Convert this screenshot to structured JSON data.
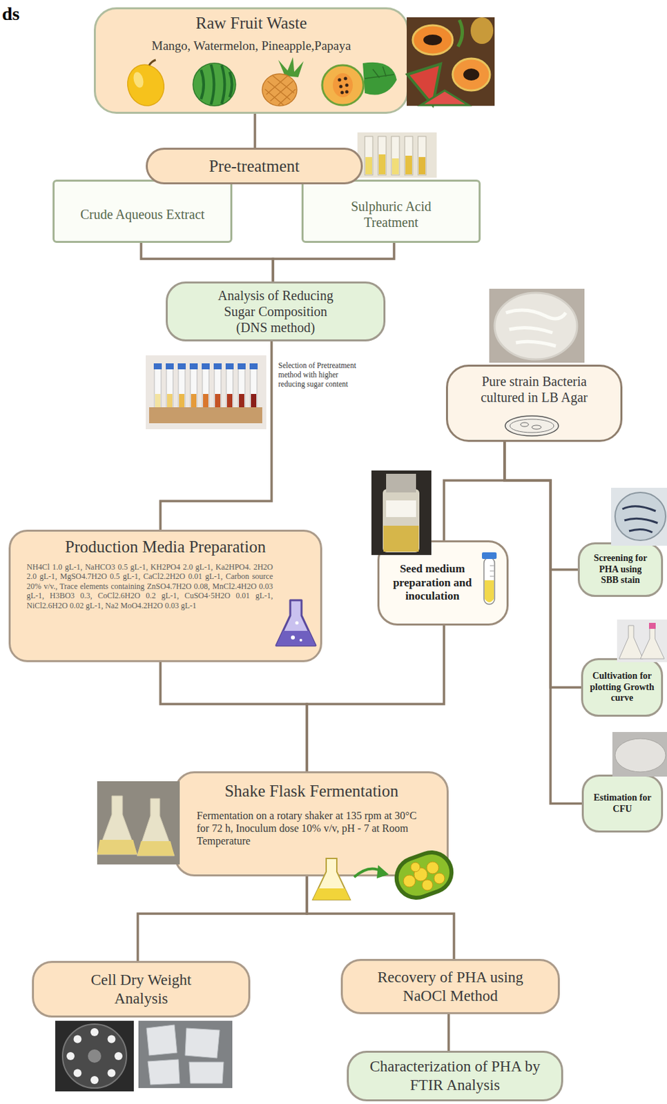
{
  "diagram": {
    "nodes": [
      {
        "text": [
          "Raw Fruit Waste",
          "Mango, Watermelon, Pineapple,Papaya"
        ]
      },
      {
        "text": [
          "Pre-treatment"
        ]
      },
      {
        "text": [
          "Crude Aqueous Extract"
        ]
      },
      {
        "text": [
          "Sulphuric Acid Treatment"
        ]
      },
      {
        "text": [
          "Analysis of Reducing Sugar Composition (DNS method)"
        ]
      },
      {
        "text": [
          "Pure strain Bacteria cultured in LB Agar"
        ]
      },
      {
        "text": [
          "Production Media Preparation",
          "NH4Cl 1.0 gL-1, NaHCO3 0.5 gL-1, KH2PO4 2.0 gL-1, Ka2HPO4. 2H2O 2.0 gL-1, MgSO4.7H2O 0.5 gL-1, CaCl2.2H2O 0.01 gL-1, Carbon source 20% v/v., Trace elements containing ZnSO4.7H2O 0.08, MnCl2.4H2O 0.03 gL-1, H3BO3 0.3, CoCl2.6H2O 0.2 gL-1, CuSO4·5H2O 0.01 gL-1, NiCl2.6H2O 0.02 gL-1, Na2 MoO4.2H2O 0.03 gL-1"
        ]
      },
      {
        "text": [
          "Seed medium preparation and inoculation"
        ]
      },
      {
        "text": [
          "Screening for PHA using SBB stain"
        ]
      },
      {
        "text": [
          "Cultivation for plotting Growth curve"
        ]
      },
      {
        "text": [
          "Estimation for CFU"
        ]
      },
      {
        "text": [
          "Shake Flask Fermentation",
          "Fermentation on a rotary shaker at 135 rpm at 30°C for 72 h, Inoculum dose 10% v/v, pH - 7 at Room Temperature"
        ]
      },
      {
        "text": [
          "Cell Dry Weight Analysis"
        ]
      },
      {
        "text": [
          "Recovery of PHA using NaOCl Method"
        ]
      },
      {
        "text": [
          "Characterization of PHA by FTIR Analysis"
        ]
      }
    ],
    "edges": [
      {
        "from": 0,
        "to": 1,
        "arrow": "none"
      },
      {
        "from": 2,
        "to": 4,
        "arrow": "none"
      },
      {
        "from": 3,
        "to": 4,
        "arrow": "none"
      },
      {
        "from": 4,
        "to": 6,
        "arrow": "none"
      },
      {
        "from": 5,
        "to": 7,
        "arrow": "none"
      },
      {
        "from": 5,
        "to": 8,
        "arrow": "none"
      },
      {
        "from": 5,
        "to": 9,
        "arrow": "none"
      },
      {
        "from": 5,
        "to": 10,
        "arrow": "none"
      },
      {
        "from": 6,
        "to": 11,
        "arrow": "none"
      },
      {
        "from": 7,
        "to": 11,
        "arrow": "none"
      },
      {
        "from": 11,
        "to": 12,
        "arrow": "none"
      },
      {
        "from": 11,
        "to": 13,
        "arrow": "none"
      },
      {
        "from": 13,
        "to": 14,
        "arrow": "none"
      }
    ],
    "labels": [
      "ds",
      "Selection of Pretreatment method with higher reducing sugar content"
    ]
  }
}
